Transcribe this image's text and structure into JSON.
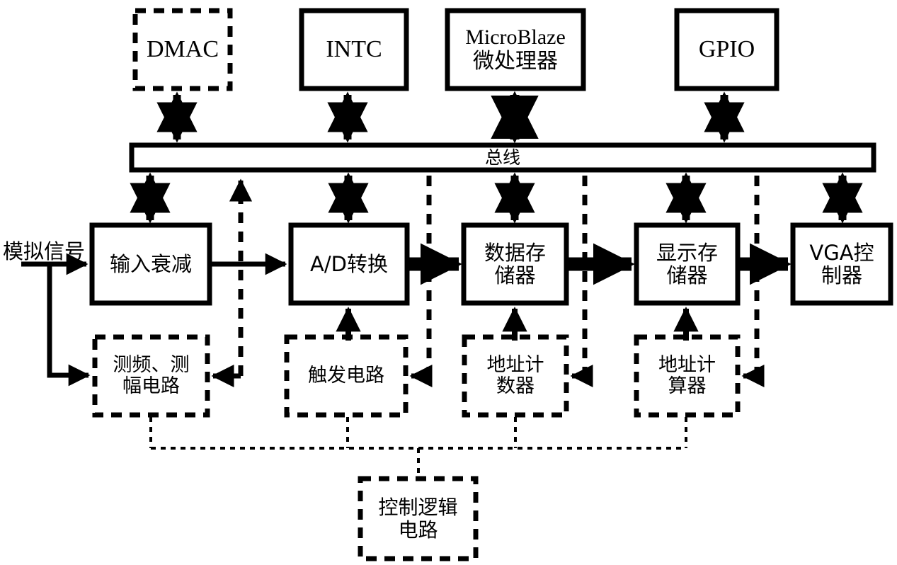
{
  "diagram": {
    "title": "Digital Oscilloscope System Block Diagram",
    "line_color": "#000000",
    "background_color": "#ffffff"
  },
  "labels": {
    "analog_signal": "模拟信号"
  },
  "bus": {
    "label": "总线"
  },
  "peripherals": [
    {
      "id": "dmac",
      "label": "DMAC",
      "style": "dashed",
      "script": "latin"
    },
    {
      "id": "intc",
      "label": "INTC",
      "style": "solid",
      "script": "latin"
    },
    {
      "id": "microblaze",
      "label": "MicroBlaze\n微处理器",
      "style": "solid",
      "script": "mixed"
    },
    {
      "id": "gpio",
      "label": "GPIO",
      "style": "solid",
      "script": "latin"
    }
  ],
  "datapath": [
    {
      "id": "input-attenuation",
      "label": "输入衰减",
      "style": "solid"
    },
    {
      "id": "ad-conversion",
      "label": "A/D转换",
      "style": "solid"
    },
    {
      "id": "data-memory",
      "label": "数据存\n储器",
      "style": "solid"
    },
    {
      "id": "display-memory",
      "label": "显示存\n储器",
      "style": "solid"
    },
    {
      "id": "vga-controller",
      "label": "VGA控\n制器",
      "style": "solid"
    }
  ],
  "control_blocks": [
    {
      "id": "freq-amp-measure",
      "label": "测频、测\n幅电路",
      "style": "dashed"
    },
    {
      "id": "trigger-circuit",
      "label": "触发电路",
      "style": "dashed"
    },
    {
      "id": "address-counter",
      "label": "地址计\n数器",
      "style": "dashed"
    },
    {
      "id": "address-calculator",
      "label": "地址计\n算器",
      "style": "dashed"
    },
    {
      "id": "control-logic",
      "label": "控制逻辑\n电路",
      "style": "dashed"
    }
  ]
}
